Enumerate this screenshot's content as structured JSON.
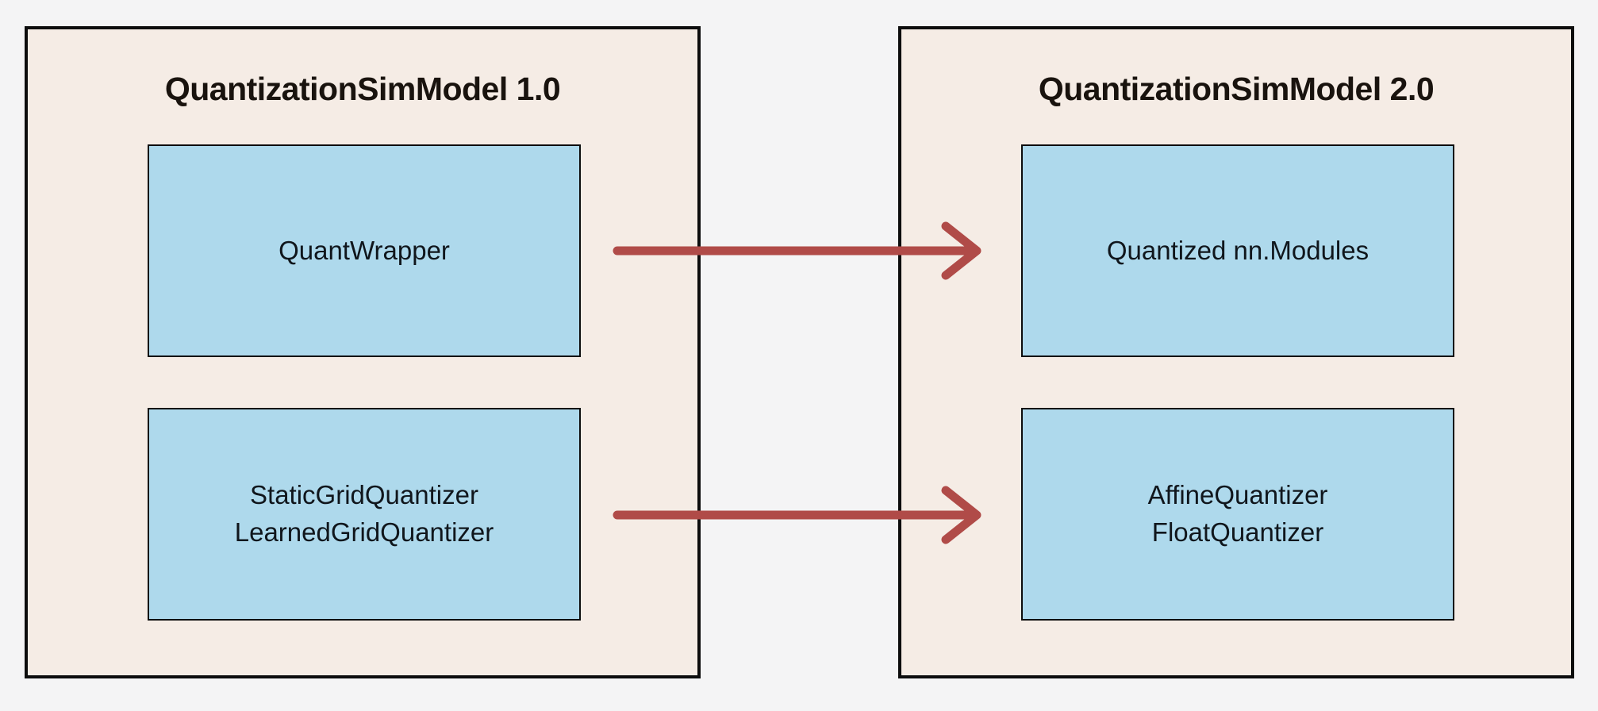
{
  "colors": {
    "page-bg": "#f4f4f5",
    "panel-bg": "#f5ece5",
    "box-bg": "#aed9ec",
    "line-ink": "#0d0d0d",
    "arrow-red": "#b04b48",
    "title-ink": "#19130e",
    "text-ink": "#10161c"
  },
  "panels": [
    {
      "title": "QuantizationSimModel 1.0",
      "boxes": [
        {
          "lines": [
            "QuantWrapper"
          ]
        },
        {
          "lines": [
            "StaticGridQuantizer",
            "LearnedGridQuantizer"
          ]
        }
      ]
    },
    {
      "title": "QuantizationSimModel 2.0",
      "boxes": [
        {
          "lines": [
            "Quantized nn.Modules"
          ]
        },
        {
          "lines": [
            "AffineQuantizer",
            "FloatQuantizer"
          ]
        }
      ]
    }
  ],
  "arrows": [
    {
      "from": "QuantWrapper",
      "to": "Quantized nn.Modules"
    },
    {
      "from": "StaticGridQuantizer / LearnedGridQuantizer",
      "to": "AffineQuantizer / FloatQuantizer"
    }
  ]
}
